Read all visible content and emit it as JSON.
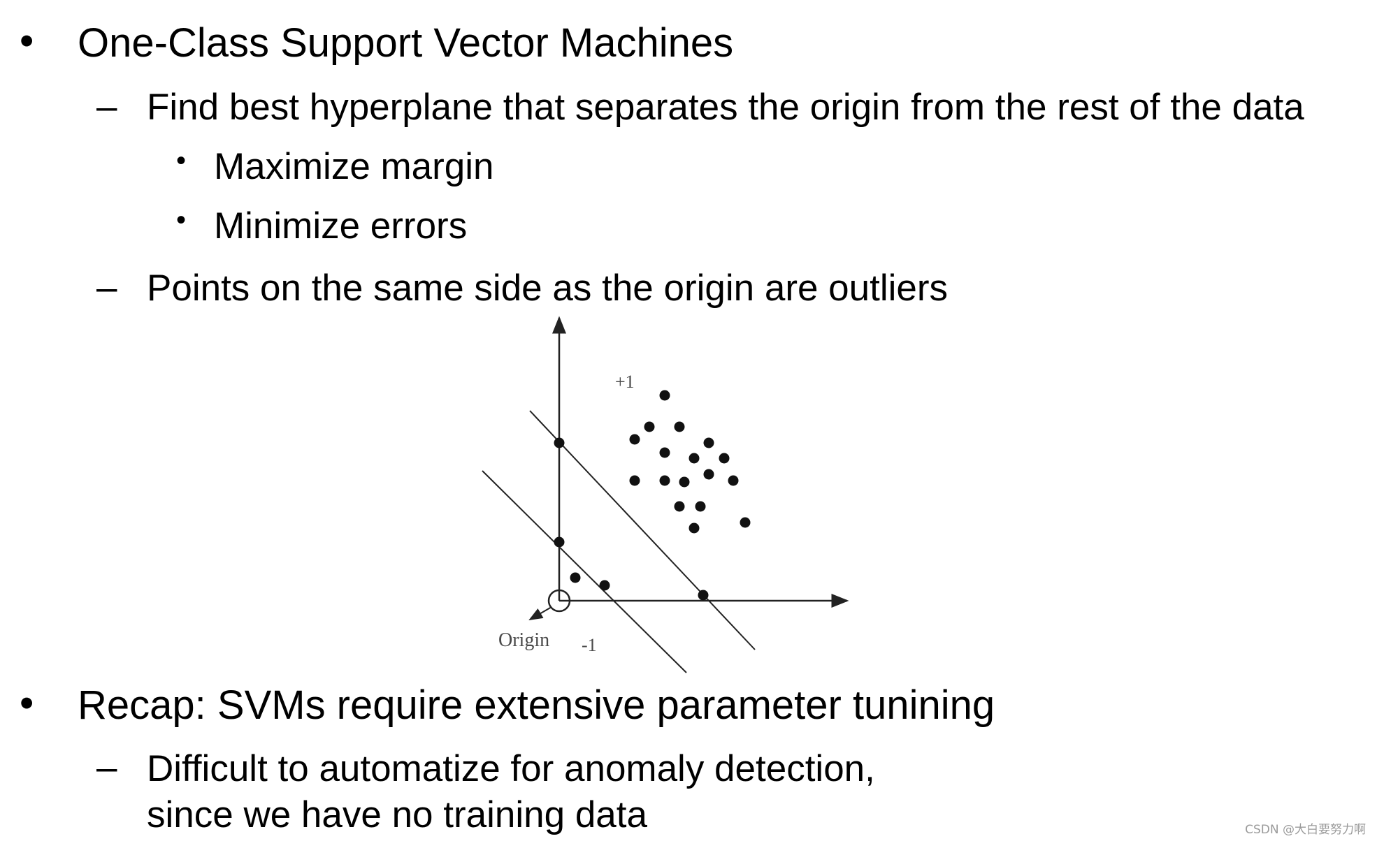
{
  "slide": {
    "bullets": [
      {
        "marker": "•",
        "text": "One-Class Support Vector Machines",
        "subitems": [
          {
            "marker": "–",
            "text": "Find best hyperplane that separates the origin from the rest of the data",
            "subitems": [
              {
                "marker": "•",
                "text": "Maximize margin"
              },
              {
                "marker": "•",
                "text": "Minimize errors"
              }
            ]
          },
          {
            "marker": "–",
            "text": "Points on the same side as the origin are outliers"
          }
        ]
      },
      {
        "marker": "•",
        "text": "Recap: SVMs require extensive parameter tunining",
        "subitems": [
          {
            "marker": "–",
            "text_line1": "Difficult to automatize for anomaly detection,",
            "text_line2": "since we have no training data"
          }
        ]
      }
    ]
  },
  "figure": {
    "label_plus": "+1",
    "label_minus": "-1",
    "label_origin": "Origin"
  },
  "watermark": "CSDN @大白要努力啊",
  "colors": {
    "text": "#000000",
    "figure_ink": "#222222",
    "figure_label": "#4a4a4a",
    "watermark": "#9a9a9a"
  }
}
